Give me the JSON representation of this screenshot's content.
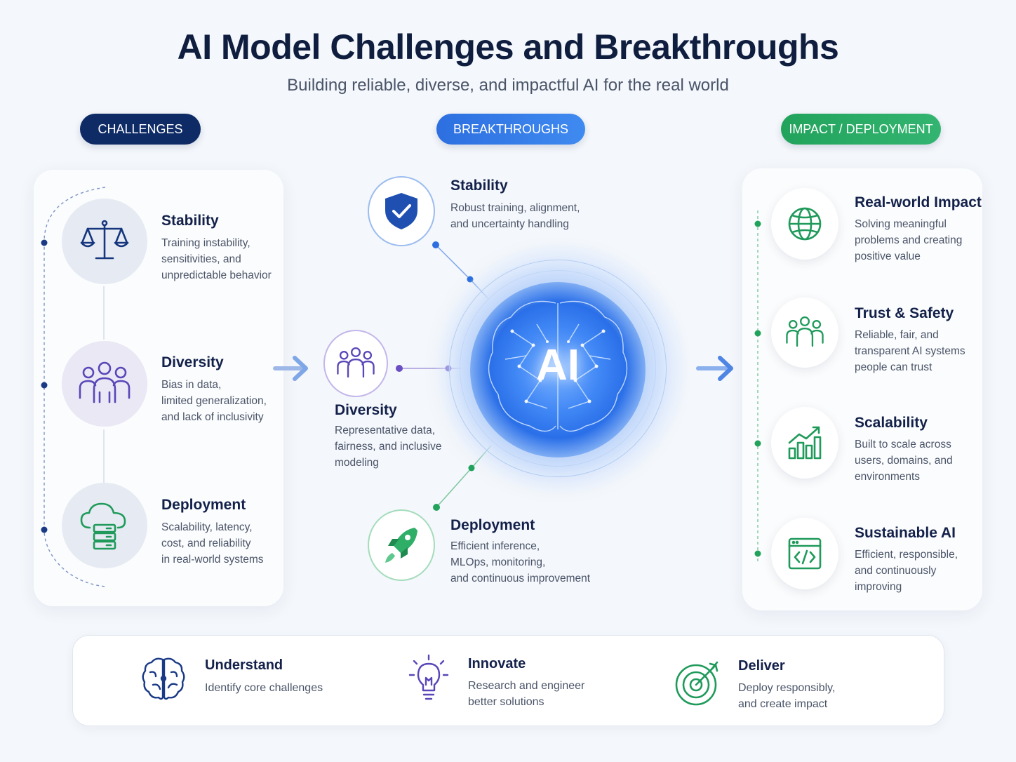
{
  "title": "AI Model Challenges and Breakthroughs",
  "subtitle": "Building reliable, diverse, and impactful AI for the real world",
  "columns": {
    "challenges": "CHALLENGES",
    "breakthroughs": "BREAKTHROUGHS",
    "impact": "IMPACT / DEPLOYMENT"
  },
  "challenges": [
    {
      "title": "Stability",
      "lines": [
        "Training instability,",
        "sensitivities, and",
        "unpredictable behavior"
      ],
      "icon": "balance-scale-icon"
    },
    {
      "title": "Diversity",
      "lines": [
        "Bias in data,",
        "limited generalization,",
        "and lack of inclusivity"
      ],
      "icon": "people-group-icon"
    },
    {
      "title": "Deployment",
      "lines": [
        "Scalability, latency,",
        "cost, and reliability",
        "in real-world systems"
      ],
      "icon": "cloud-server-icon"
    }
  ],
  "center": {
    "label": "AI",
    "icon": "brain-icon"
  },
  "breakthroughs": [
    {
      "title": "Stability",
      "lines": [
        "Robust training, alignment,",
        "and uncertainty handling"
      ],
      "icon": "shield-check-icon"
    },
    {
      "title": "Diversity",
      "lines": [
        "Representative data,",
        "fairness, and inclusive",
        "modeling"
      ],
      "icon": "people-group-icon"
    },
    {
      "title": "Deployment",
      "lines": [
        "Efficient inference,",
        "MLOps, monitoring,",
        "and continuous improvement"
      ],
      "icon": "rocket-icon"
    }
  ],
  "impact": [
    {
      "title": "Real-world Impact",
      "lines": [
        "Solving meaningful",
        "problems and creating",
        "positive value"
      ],
      "icon": "globe-icon"
    },
    {
      "title": "Trust & Safety",
      "lines": [
        "Reliable, fair, and",
        "transparent AI systems",
        "people can trust"
      ],
      "icon": "people-group-icon"
    },
    {
      "title": "Scalability",
      "lines": [
        "Built to scale across",
        "users, domains, and",
        "environments"
      ],
      "icon": "growth-chart-icon"
    },
    {
      "title": "Sustainable AI",
      "lines": [
        "Efficient, responsible,",
        "and continuously",
        "improving"
      ],
      "icon": "code-window-icon"
    }
  ],
  "steps": [
    {
      "title": "Understand",
      "lines": [
        "Identify core challenges"
      ],
      "icon": "brain-icon"
    },
    {
      "title": "Innovate",
      "lines": [
        "Research and engineer",
        "better solutions"
      ],
      "icon": "lightbulb-icon"
    },
    {
      "title": "Deliver",
      "lines": [
        "Deploy responsibly,",
        "and create impact"
      ],
      "icon": "target-icon"
    }
  ],
  "colors": {
    "navy": "#0e2b66",
    "blue": "#2d6fe0",
    "green": "#22a35c",
    "purple": "#6a4fc4"
  }
}
